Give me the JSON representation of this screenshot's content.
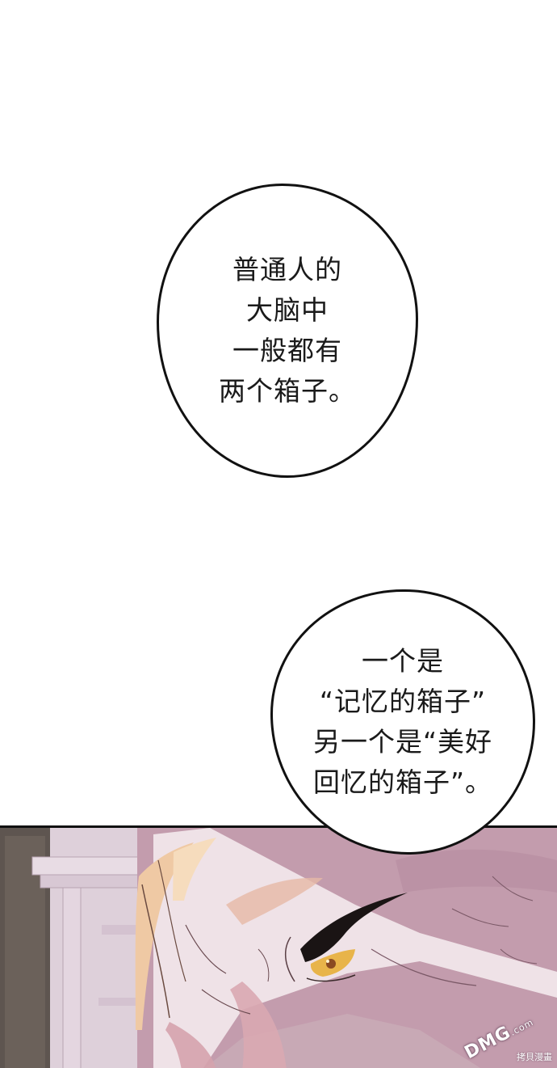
{
  "bubble_top": {
    "lines": [
      "普通人的",
      "大脑中",
      "一般都有",
      "两个箱子。"
    ]
  },
  "bubble_bottom": {
    "lines": [
      "一个是",
      "“记忆的箱子”",
      "另一个是“美好",
      "回忆的箱子”。"
    ]
  },
  "watermark": {
    "logo": "DMG",
    "logo_suffix": ".com",
    "caption": "拷貝漫畫"
  },
  "colors": {
    "background": "#ffffff",
    "ink": "#111111",
    "panel_skin": "#c6a8b4",
    "iris": "#e8b44a"
  }
}
